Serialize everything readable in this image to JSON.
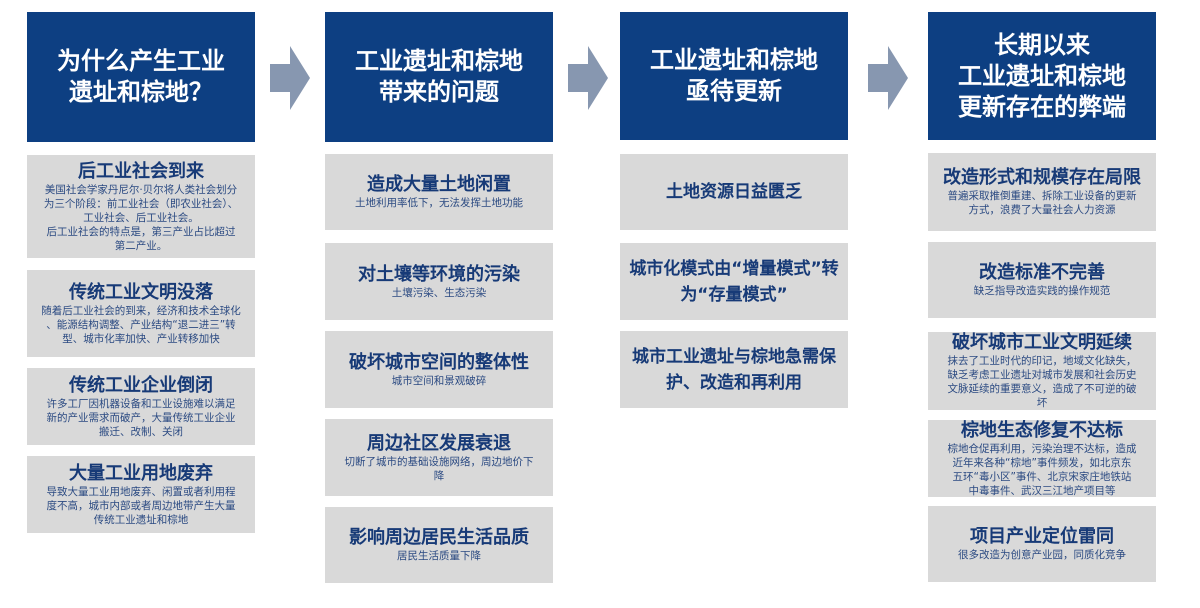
{
  "colors": {
    "header_bg": "#0d3f82",
    "box_bg": "#d9d9d9",
    "text": "#173a77",
    "arrow": "#8797b0"
  },
  "columns": [
    {
      "header": "为什么产生工业\n遗址和棕地？",
      "items": [
        {
          "title": "后工业社会到来",
          "desc": "美国社会学家丹尼尔·贝尔将人类社会划分\n为三个阶段：前工业社会（即农业社会）、\n工业社会、后工业社会。\n后工业社会的特点是，第三产业占比超过\n第二产业。"
        },
        {
          "title": "传统工业文明没落",
          "desc": "随着后工业社会的到来，经济和技术全球化\n、能源结构调整、产业结构“退二进三”转\n型、城市化率加快、产业转移加快"
        },
        {
          "title": "传统工业企业倒闭",
          "desc": "许多工厂因机器设备和工业设施难以满足\n新的产业需求而破产，大量传统工业企业\n搬迁、改制、关闭"
        },
        {
          "title": "大量工业用地废弃",
          "desc": "导致大量工业用地废弃、闲置或者利用程\n度不高，城市内部或者周边地带产生大量\n传统工业遗址和棕地"
        }
      ]
    },
    {
      "header": "工业遗址和棕地\n带来的问题",
      "items": [
        {
          "title": "造成大量土地闲置",
          "desc": "土地利用率低下，无法发挥土地功能"
        },
        {
          "title": "对土壤等环境的污染",
          "desc": "土壤污染、生态污染"
        },
        {
          "title": "破坏城市空间的整体性",
          "desc": "城市空间和景观破碎"
        },
        {
          "title": "周边社区发展衰退",
          "desc": "切断了城市的基础设施网络，周边地价下\n降"
        },
        {
          "title": "影响周边居民生活品质",
          "desc": "居民生活质量下降"
        }
      ]
    },
    {
      "header": "工业遗址和棕地\n亟待更新",
      "items": [
        {
          "title": "土地资源日益匮乏",
          "desc": ""
        },
        {
          "title": "城市化模式由“增量模式”转为“存量模式”",
          "desc": ""
        },
        {
          "title": "城市工业遗址与棕地急需保护、改造和再利用",
          "desc": ""
        }
      ]
    },
    {
      "header": "长期以来\n工业遗址和棕地\n更新存在的弊端",
      "items": [
        {
          "title": "改造形式和规模存在局限",
          "desc": "普遍采取推倒重建、拆除工业设备的更新\n方式，浪费了大量社会人力资源"
        },
        {
          "title": "改造标准不完善",
          "desc": "缺乏指导改造实践的操作规范"
        },
        {
          "title": "破坏城市工业文明延续",
          "desc": "抹去了工业时代的印记，地域文化缺失，\n缺乏考虑工业遗址对城市发展和社会历史\n文脉延续的重要意义，造成了不可逆的破\n坏"
        },
        {
          "title": "棕地生态修复不达标",
          "desc": "棕地仓促再利用，污染治理不达标，造成\n近年来各种“棕地”事件频发，如北京东\n五环“毒小区”事件、北京宋家庄地铁站\n中毒事件、武汉三江地产项目等"
        },
        {
          "title": "项目产业定位雷同",
          "desc": "很多改造为创意产业园，同质化竞争"
        }
      ]
    }
  ]
}
